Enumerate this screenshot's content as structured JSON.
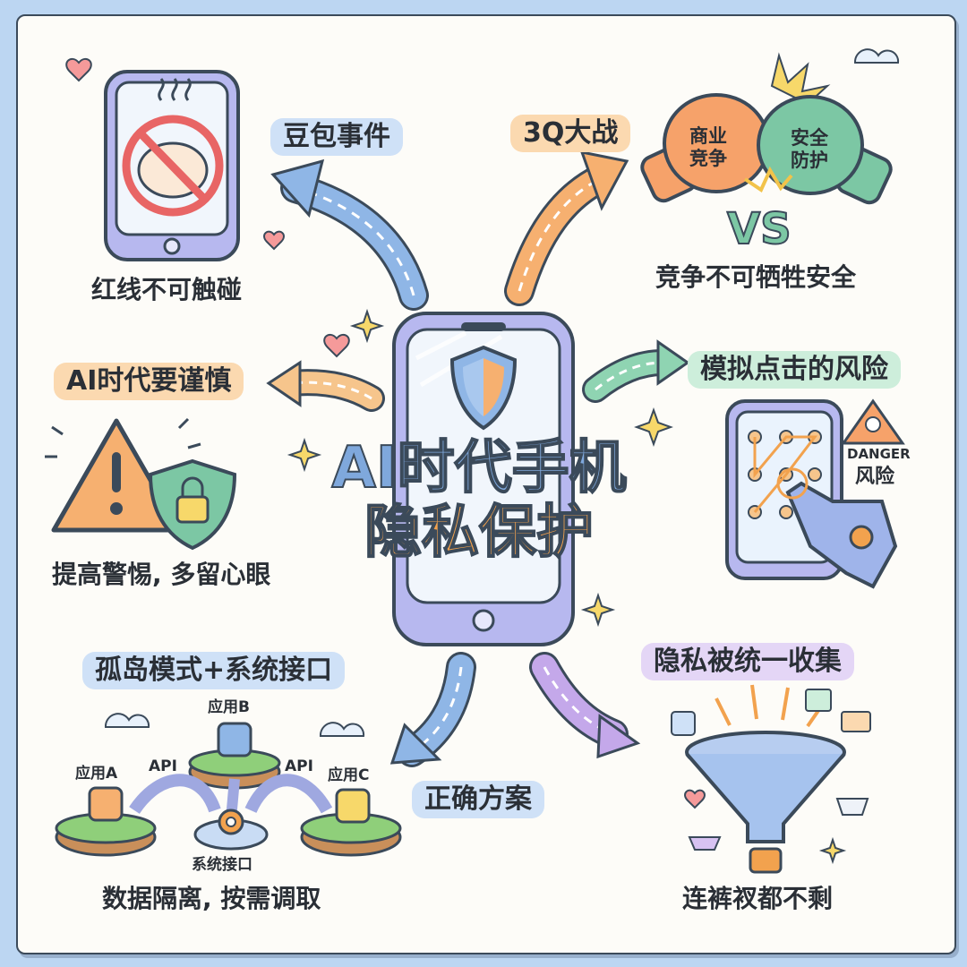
{
  "center": {
    "line1": "AI时代手机",
    "line2": "隐私保护"
  },
  "topics": {
    "doubao": {
      "title": "豆包事件",
      "caption": "红线不可触碰"
    },
    "war": {
      "title": "3Q大战",
      "caption": "竞争不可牺牲安全",
      "glove_left": [
        "商业",
        "竞争"
      ],
      "glove_right": [
        "安全",
        "防护"
      ],
      "vs": "VS"
    },
    "caution": {
      "title": "AI时代要谨慎",
      "caption": "提高警惕, 多留心眼"
    },
    "click": {
      "title": "模拟点击的风险",
      "danger": "DANGER",
      "danger_label": "风险"
    },
    "island": {
      "title": "孤岛模式+系统接口",
      "caption": "数据隔离, 按需调取",
      "app_a": "应用A",
      "app_b": "应用B",
      "app_c": "应用C",
      "api_left": "API",
      "api_right": "API",
      "system": "系统接口"
    },
    "solution": {
      "title": "正确方案"
    },
    "collect": {
      "title": "隐私被统一收集",
      "caption": "连裤衩都不剩"
    }
  },
  "colors": {
    "blue": "#7fa8dc",
    "orange": "#f2a24e",
    "green": "#7cc7a4",
    "purple": "#b89be0",
    "hl_blue": "#cfe1f7",
    "hl_orange": "#fbd9b0",
    "hl_green": "#cdeedb",
    "hl_purple": "#e4d6f6"
  },
  "icons": [
    "phone-icon",
    "no-bun-icon",
    "boxing-glove-icon",
    "warning-icon",
    "lock-shield-icon",
    "shield-icon",
    "robot-hand-icon",
    "danger-skull-icon",
    "funnel-icon",
    "cloud-icon",
    "heart-icon",
    "sparkle-icon",
    "gear-icon"
  ]
}
